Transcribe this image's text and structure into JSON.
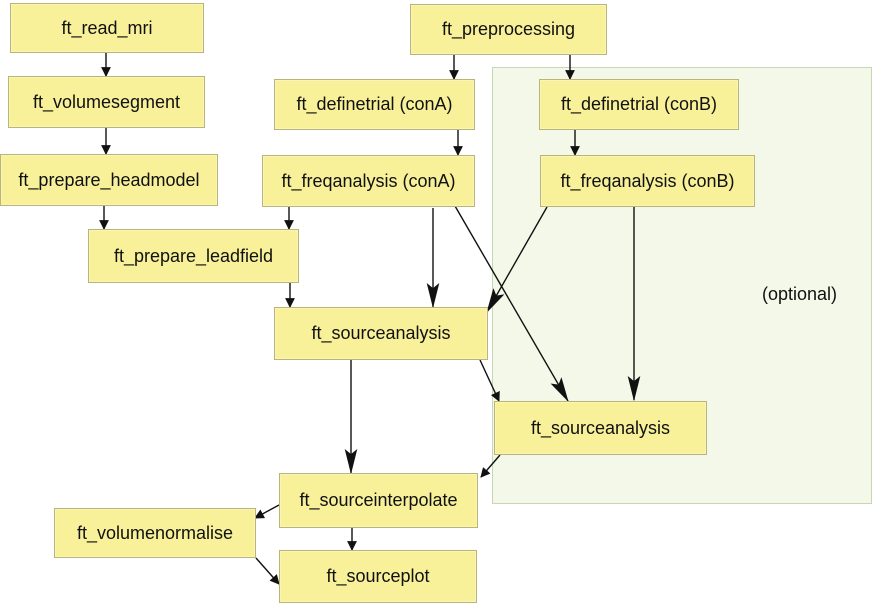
{
  "nodes": {
    "read_mri": "ft_read_mri",
    "volumesegment": "ft_volumesegment",
    "prepare_headmodel": "ft_prepare_headmodel",
    "prepare_leadfield": "ft_prepare_leadfield",
    "preprocessing": "ft_preprocessing",
    "definetrial_a": "ft_definetrial (conA)",
    "definetrial_b": "ft_definetrial (conB)",
    "freqanalysis_a": "ft_freqanalysis (conA)",
    "freqanalysis_b": "ft_freqanalysis (conB)",
    "sourceanalysis_main": "ft_sourceanalysis",
    "sourceanalysis_optional": "ft_sourceanalysis",
    "sourceinterpolate": "ft_sourceinterpolate",
    "volumenormalise": "ft_volumenormalise",
    "sourceplot": "ft_sourceplot"
  },
  "optional_region": {
    "label": "(optional)",
    "fill_color": "#f4f8e9"
  },
  "colors": {
    "node_fill": "#f8f199",
    "node_border": "#b9b477",
    "edge": "#111111"
  },
  "edges": [
    [
      "read_mri",
      "volumesegment"
    ],
    [
      "volumesegment",
      "prepare_headmodel"
    ],
    [
      "prepare_headmodel",
      "prepare_leadfield"
    ],
    [
      "preprocessing",
      "definetrial_a"
    ],
    [
      "preprocessing",
      "definetrial_b"
    ],
    [
      "definetrial_a",
      "freqanalysis_a"
    ],
    [
      "definetrial_b",
      "freqanalysis_b"
    ],
    [
      "freqanalysis_a",
      "prepare_leadfield"
    ],
    [
      "freqanalysis_a",
      "sourceanalysis_main"
    ],
    [
      "freqanalysis_a",
      "sourceanalysis_optional"
    ],
    [
      "freqanalysis_b",
      "sourceanalysis_main"
    ],
    [
      "freqanalysis_b",
      "sourceanalysis_optional"
    ],
    [
      "prepare_leadfield",
      "sourceanalysis_main"
    ],
    [
      "sourceanalysis_main",
      "sourceanalysis_optional"
    ],
    [
      "sourceanalysis_main",
      "sourceinterpolate"
    ],
    [
      "sourceanalysis_optional",
      "sourceinterpolate"
    ],
    [
      "sourceinterpolate",
      "volumenormalise"
    ],
    [
      "sourceinterpolate",
      "sourceplot"
    ],
    [
      "volumenormalise",
      "sourceplot"
    ]
  ]
}
